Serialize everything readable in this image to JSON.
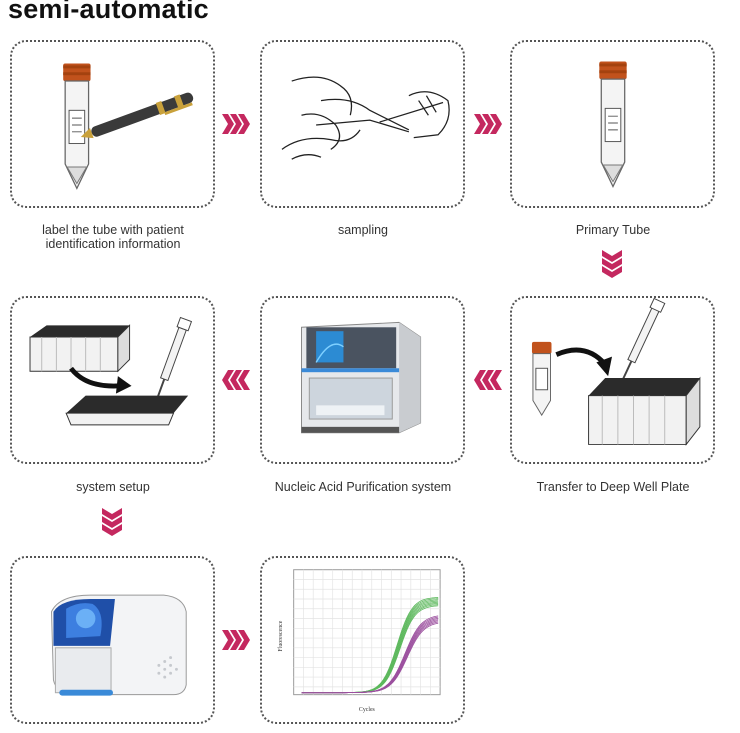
{
  "title": "semi-automatic",
  "steps": [
    {
      "label": "label the tube with patient identification information"
    },
    {
      "label": "sampling"
    },
    {
      "label": "Primary Tube"
    },
    {
      "label": "Transfer to Deep Well Plate"
    },
    {
      "label": "Nucleic Acid Purification system"
    },
    {
      "label": "system setup"
    },
    {
      "label": ""
    },
    {
      "label": ""
    }
  ],
  "chart": {
    "ylabel": "Fluorescence",
    "xlabel": "Cycles"
  },
  "colors": {
    "accent": "#c4285f",
    "tube_cap": "#c1521c",
    "curve_green": "#5cb85c",
    "curve_purple": "#9b4f9e"
  }
}
